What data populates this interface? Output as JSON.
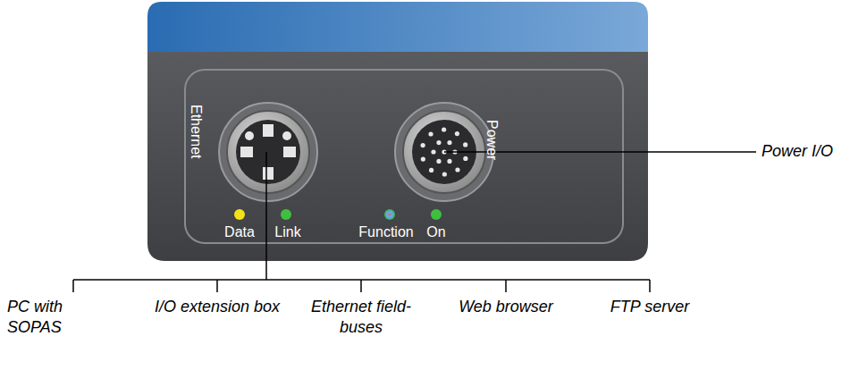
{
  "diagram": {
    "labels": [
      "Ethernet",
      "Power",
      "Data",
      "Link",
      "Function",
      "On",
      "Power I/O",
      "PC with SOPAS",
      "I/O extension box",
      "Ethernet field-buses",
      "Web browser",
      "FTP server"
    ]
  }
}
